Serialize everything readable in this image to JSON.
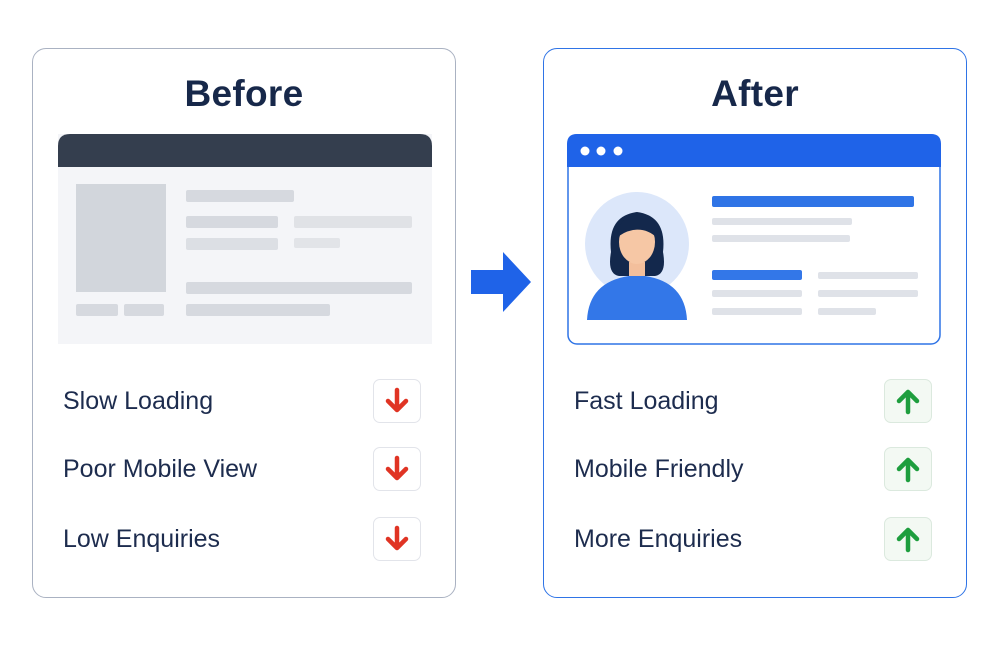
{
  "before": {
    "title": "Before",
    "items": [
      {
        "label": "Slow Loading",
        "icon": "arrow-down-icon"
      },
      {
        "label": "Poor Mobile View",
        "icon": "arrow-down-icon"
      },
      {
        "label": "Low Enquiries",
        "icon": "arrow-down-icon"
      }
    ]
  },
  "after": {
    "title": "After",
    "items": [
      {
        "label": "Fast Loading",
        "icon": "arrow-up-icon"
      },
      {
        "label": "Mobile Friendly",
        "icon": "arrow-up-icon"
      },
      {
        "label": "More Enquiries",
        "icon": "arrow-up-icon"
      }
    ]
  },
  "colors": {
    "accent": "#1f63e8",
    "down": "#e03424",
    "up": "#1e9e3e",
    "dark_bar": "#343e4e"
  },
  "transition_icon": "arrow-right-icon",
  "avatar_icon": "user-avatar-icon"
}
